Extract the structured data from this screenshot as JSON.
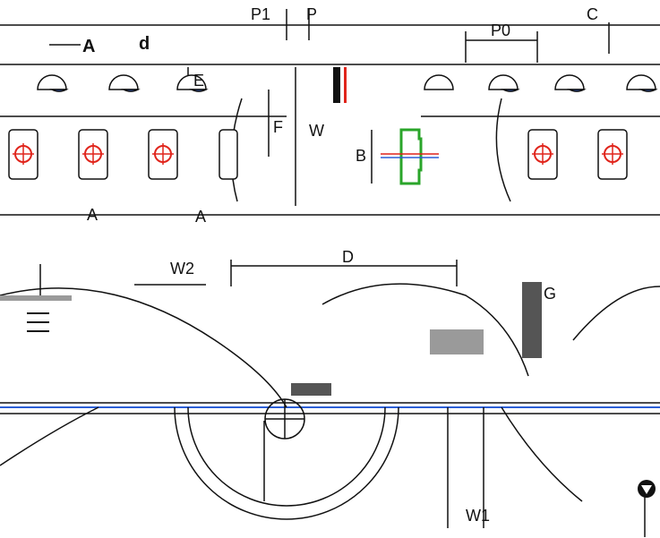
{
  "labels": {
    "a_top": "A",
    "d_top": "d",
    "e_top": "E",
    "p1_top": "P1",
    "p_top": "P",
    "p0_top": "P0",
    "c_top": "C",
    "f_mid": "F",
    "w_mid": "W",
    "b_mid": "B",
    "a_left": "A",
    "a_mid": "A",
    "w2_bottom": "W2",
    "d_bottom": "D",
    "g_bottom": "G",
    "w1_bottom": "W1"
  },
  "colors": {
    "line": "#111111",
    "accent_red": "#e0241b",
    "accent_blue": "#2c5fd6",
    "accent_green": "#2aa52a",
    "gray_fill": "#9a9a9a",
    "dark_fill": "#555555"
  },
  "icons": {
    "direction_marker": "triangle-down-icon"
  }
}
